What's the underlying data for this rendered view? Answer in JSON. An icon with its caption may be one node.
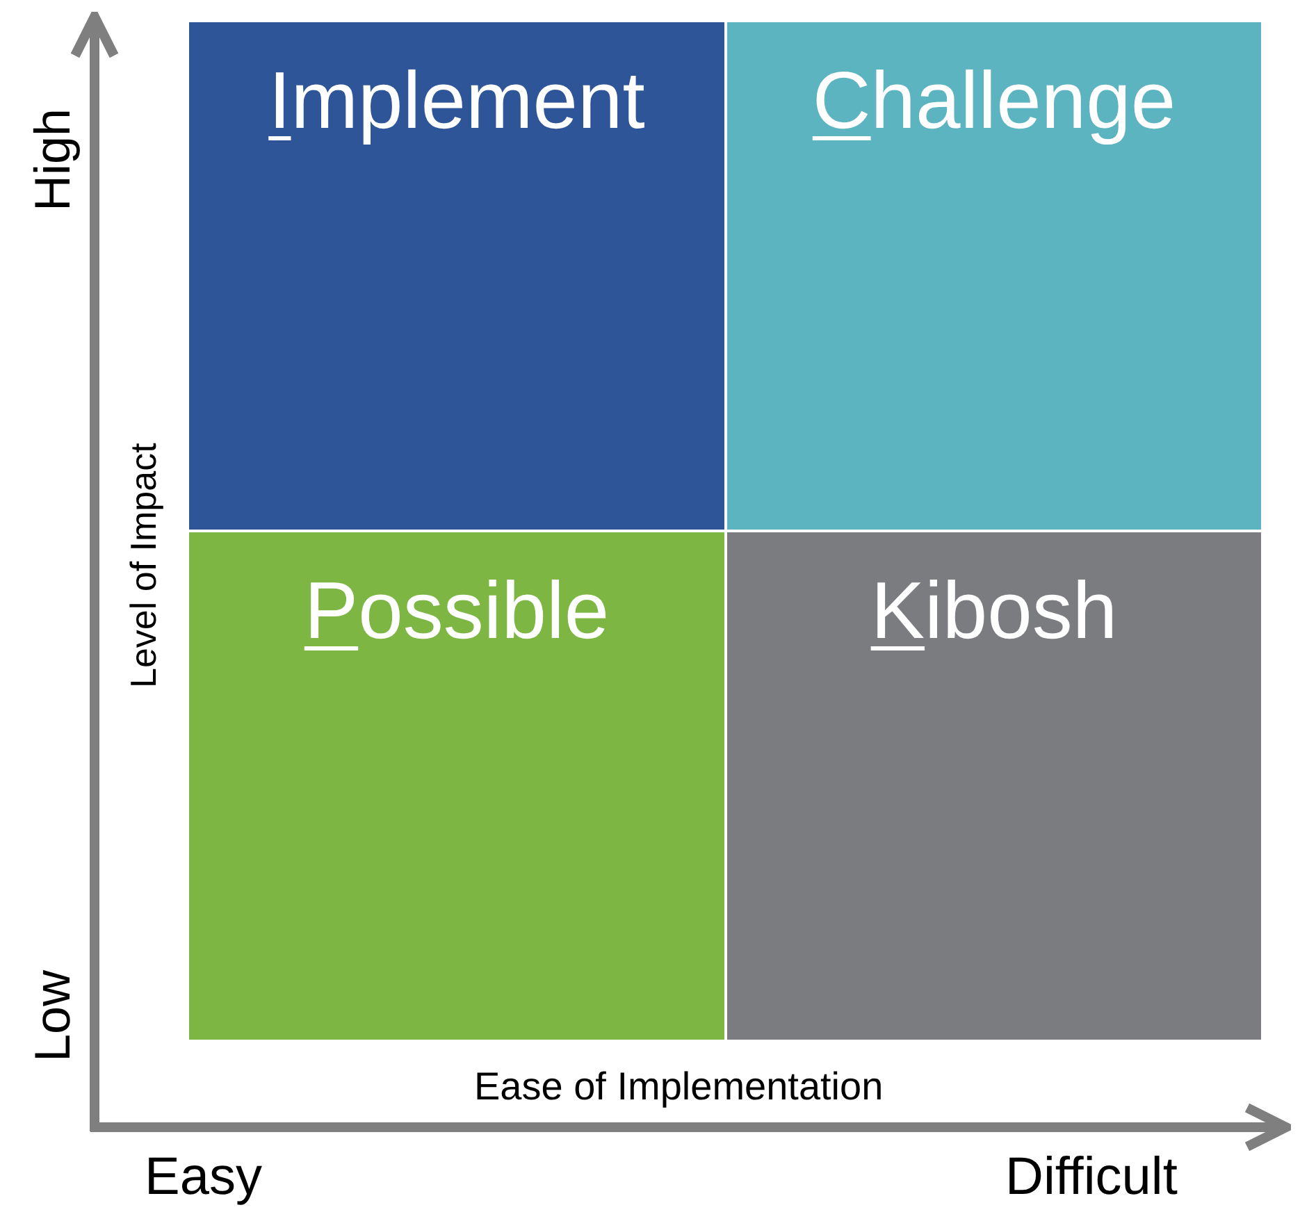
{
  "diagram": {
    "nodes": [
      {
        "text": [
          "Implement"
        ]
      },
      {
        "text": [
          "Challenge"
        ]
      },
      {
        "text": [
          "Possible"
        ]
      },
      {
        "text": [
          "Kibosh"
        ]
      }
    ],
    "edges": [],
    "labels": [
      "High",
      "Level of Impact",
      "Low",
      "Ease of Implementation",
      "Easy",
      "Difficult"
    ]
  }
}
